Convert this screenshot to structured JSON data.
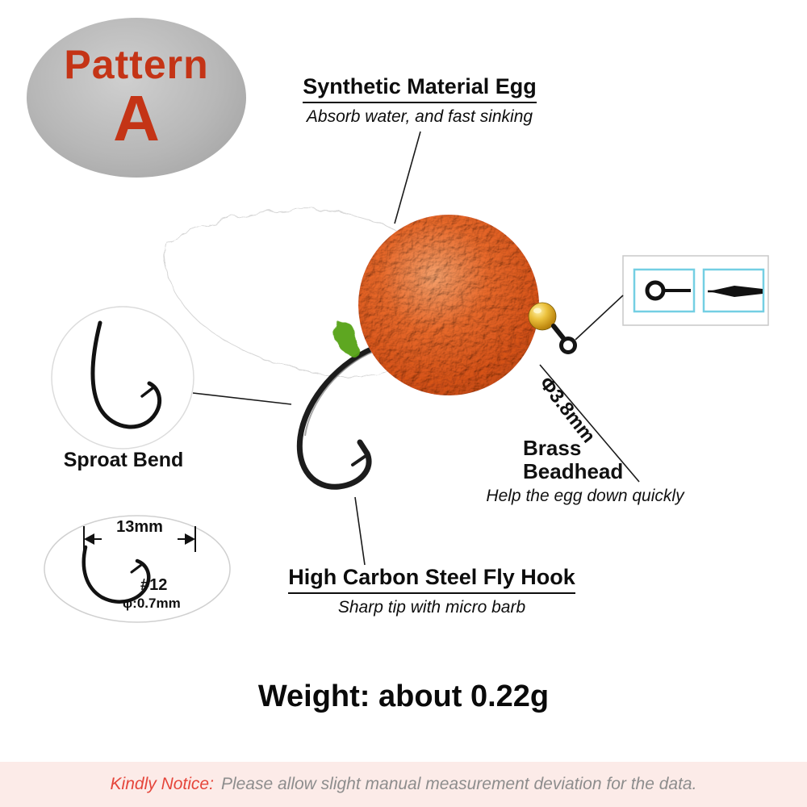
{
  "badge": {
    "label": "Pattern",
    "letter": "A"
  },
  "egg_annotation": {
    "title": "Synthetic Material Egg",
    "subtitle": "Absorb water, and fast sinking"
  },
  "bend_annotation": {
    "label": "Sproat Bend"
  },
  "bead_annotation": {
    "title_line1": "Brass",
    "title_line2": "Beadhead",
    "subtitle": "Help the egg down quickly",
    "diameter": "Φ3.8mm"
  },
  "hook_annotation": {
    "title": "High Carbon Steel Fly Hook",
    "subtitle": "Sharp tip with micro barb"
  },
  "hook_specs": {
    "length": "13mm",
    "size": "#12",
    "wire_diameter": "φ:0.7mm"
  },
  "weight_label": "Weight: about 0.22g",
  "notice": {
    "prefix": "Kindly Notice:",
    "message": "Please allow slight manual measurement deviation for the data."
  },
  "icons": {
    "left_box": "hook-eye-icon",
    "right_box": "hook-point-icon"
  },
  "colors": {
    "accent_red": "#c43416",
    "egg_orange": "#e2571c",
    "bead_gold": "#d9a21b",
    "green_spot": "#57a318",
    "cyan_border": "#74cfe3",
    "notice_bg": "#fcebe8",
    "notice_red": "#e5453a",
    "notice_gray": "#8d8d8d"
  }
}
